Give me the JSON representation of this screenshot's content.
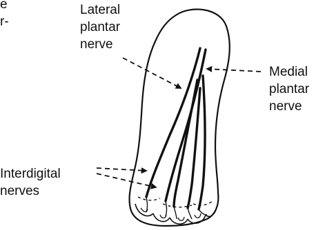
{
  "page_bg": "#ffffff",
  "ink_color": "#111111",
  "labels": {
    "clipped_top_left": [
      "e",
      "",
      "r-"
    ],
    "lateral": [
      "Lateral",
      "plantar",
      "nerve"
    ],
    "medial": [
      "Medial",
      "plantar",
      "nerve"
    ],
    "interdigital": [
      "Interdigital",
      "nerves"
    ]
  }
}
